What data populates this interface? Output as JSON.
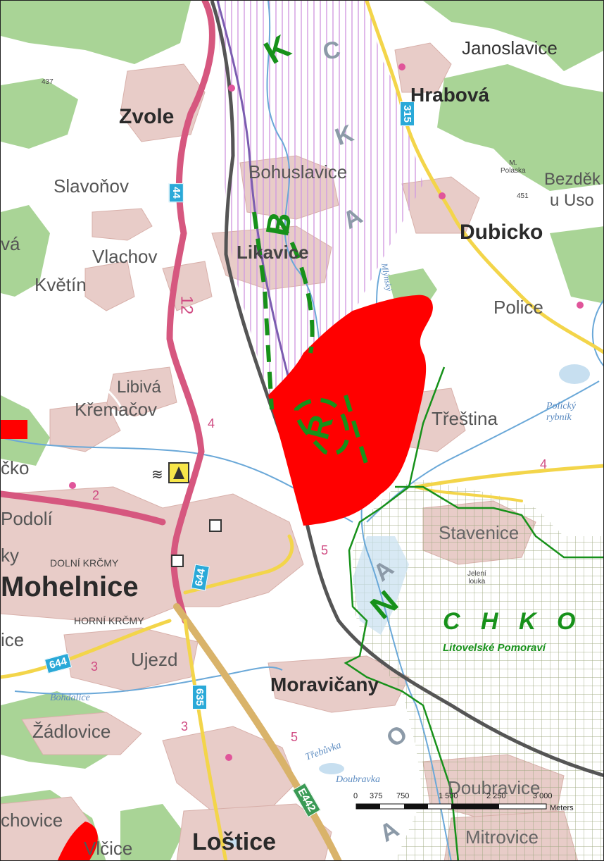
{
  "places": {
    "janoslavice": "Janoslavice",
    "hrabova": "Hrabová",
    "zvole": "Zvole",
    "bohuslavice": "Bohuslavice",
    "slavonov": "Slavoňov",
    "bezdek": "Bezděk",
    "uso": "u Uso",
    "dubicko": "Dubicko",
    "va": "vá",
    "vlachov": "Vlachov",
    "likavice": "Likavice",
    "kvetin": "Květín",
    "police": "Police",
    "libiva": "Libivá",
    "kremacov": "Křemačov",
    "trestina": "Třeština",
    "cko": "čko",
    "podoli": "Podolí",
    "ky": "ky",
    "dolni_krcmy": "DOLNÍ KRČMY",
    "stavenice": "Stavenice",
    "mohelnice": "Mohelnice",
    "horni_krcmy": "HORNÍ KRČMY",
    "ice": "ice",
    "ujezd": "Ujezd",
    "moravicany": "Moravičany",
    "zadlovice": "Žádlovice",
    "doubravice": "Doubravice",
    "chovice": "chovice",
    "vlcice": "Vlčice",
    "lostice": "Loštice",
    "mitrovice": "Mitrovice"
  },
  "hills": {
    "h437": "437",
    "polaska_name": "M.\nPolaska",
    "h451": "451"
  },
  "roads": {
    "r315": "315",
    "r44": "44",
    "r12": "12",
    "r644a": "644",
    "r644b": "644",
    "r635": "635",
    "e442": "E442",
    "n4a": "4",
    "n4b": "4",
    "n2": "2",
    "n3a": "3",
    "n3b": "3",
    "n5a": "5",
    "n5b": "5"
  },
  "water": {
    "policky": "Polický\nrybník",
    "bohdalice": "Bohdalice",
    "trebuvka": "Třebůvka",
    "doubravka": "Doubravka",
    "mlynsky": "Mlýnský",
    "jelen": "Jelení\nlouka"
  },
  "letters": {
    "k1": "K",
    "c": "C",
    "k2": "K",
    "b": "B",
    "a1": "A",
    "r": "R",
    "a2": "A",
    "n": "N",
    "o": "O",
    "a3": "A"
  },
  "chko": {
    "title": "C H K O",
    "subtitle": "Litovelské Pomoraví"
  },
  "scale": {
    "ticks": [
      "0",
      "375",
      "750",
      "1 500",
      "2 250",
      "3 000"
    ],
    "unit": "Meters"
  },
  "colors": {
    "forest": "#a9d496",
    "town": "#e8ccc8",
    "highlight": "#ff0000",
    "boundary": "#17911a",
    "hatch": "#d29be0",
    "grid": "#9aa67c"
  }
}
